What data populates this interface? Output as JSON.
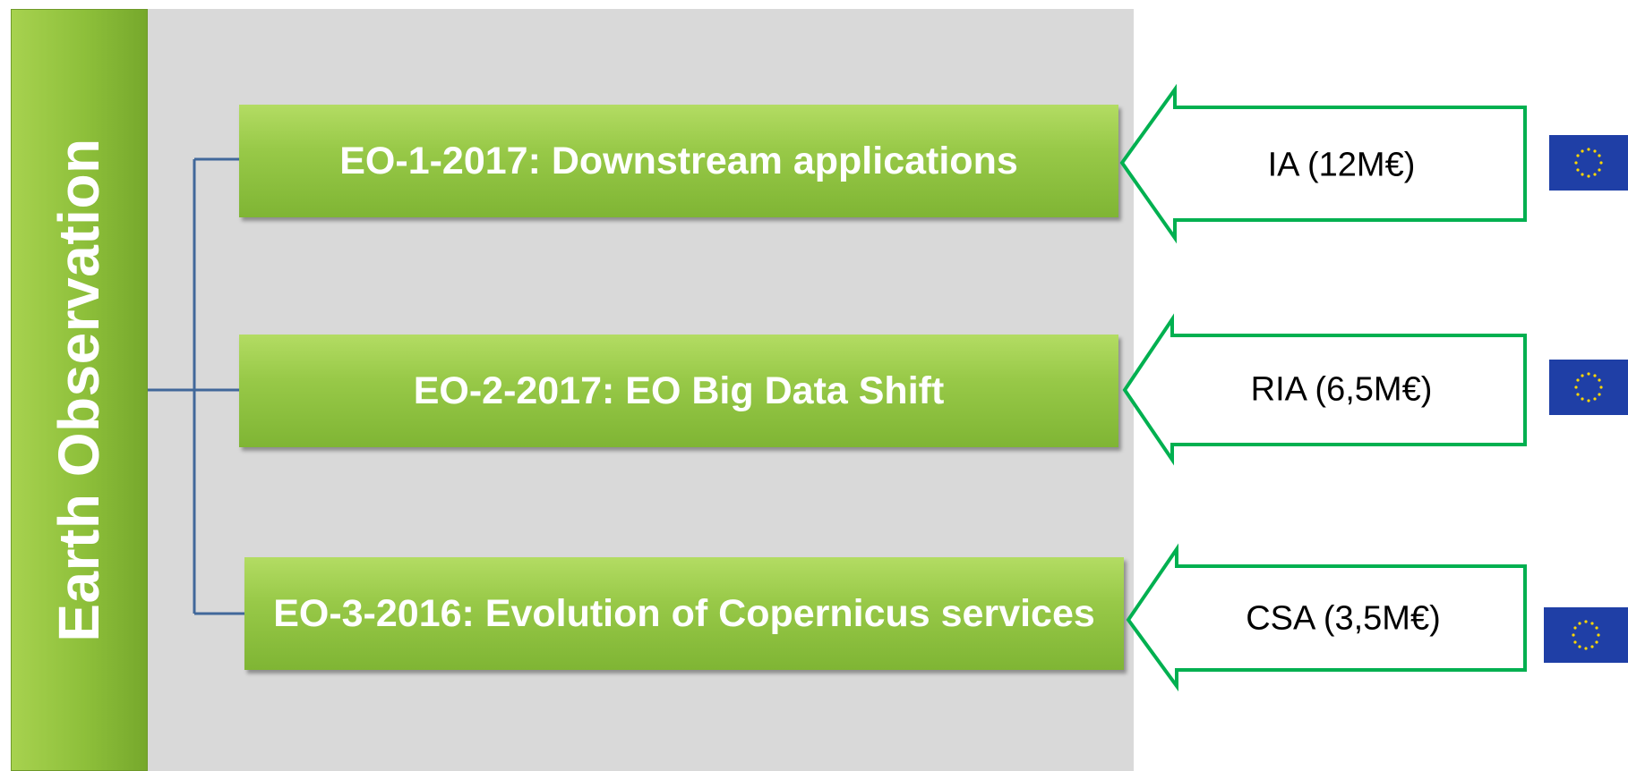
{
  "side_label": "Earth Observation",
  "topics": [
    {
      "label": "EO-1-2017: Downstream applications"
    },
    {
      "label": "EO-2-2017: EO Big Data Shift"
    },
    {
      "label": "EO-3-2016: Evolution of Copernicus services"
    }
  ],
  "actions": [
    {
      "label": "IA (12M€)"
    },
    {
      "label": "RIA (6,5M€)"
    },
    {
      "label": "CSA (3,5M€)"
    }
  ],
  "colors": {
    "panel": "#d9d9d9",
    "topic_green": "#98c948",
    "arrow_outline": "#00b050",
    "connector": "#41689a",
    "flag_blue": "#1f3fa6",
    "flag_star": "#ffd700"
  },
  "icons": [
    "eu-flag-icon"
  ]
}
